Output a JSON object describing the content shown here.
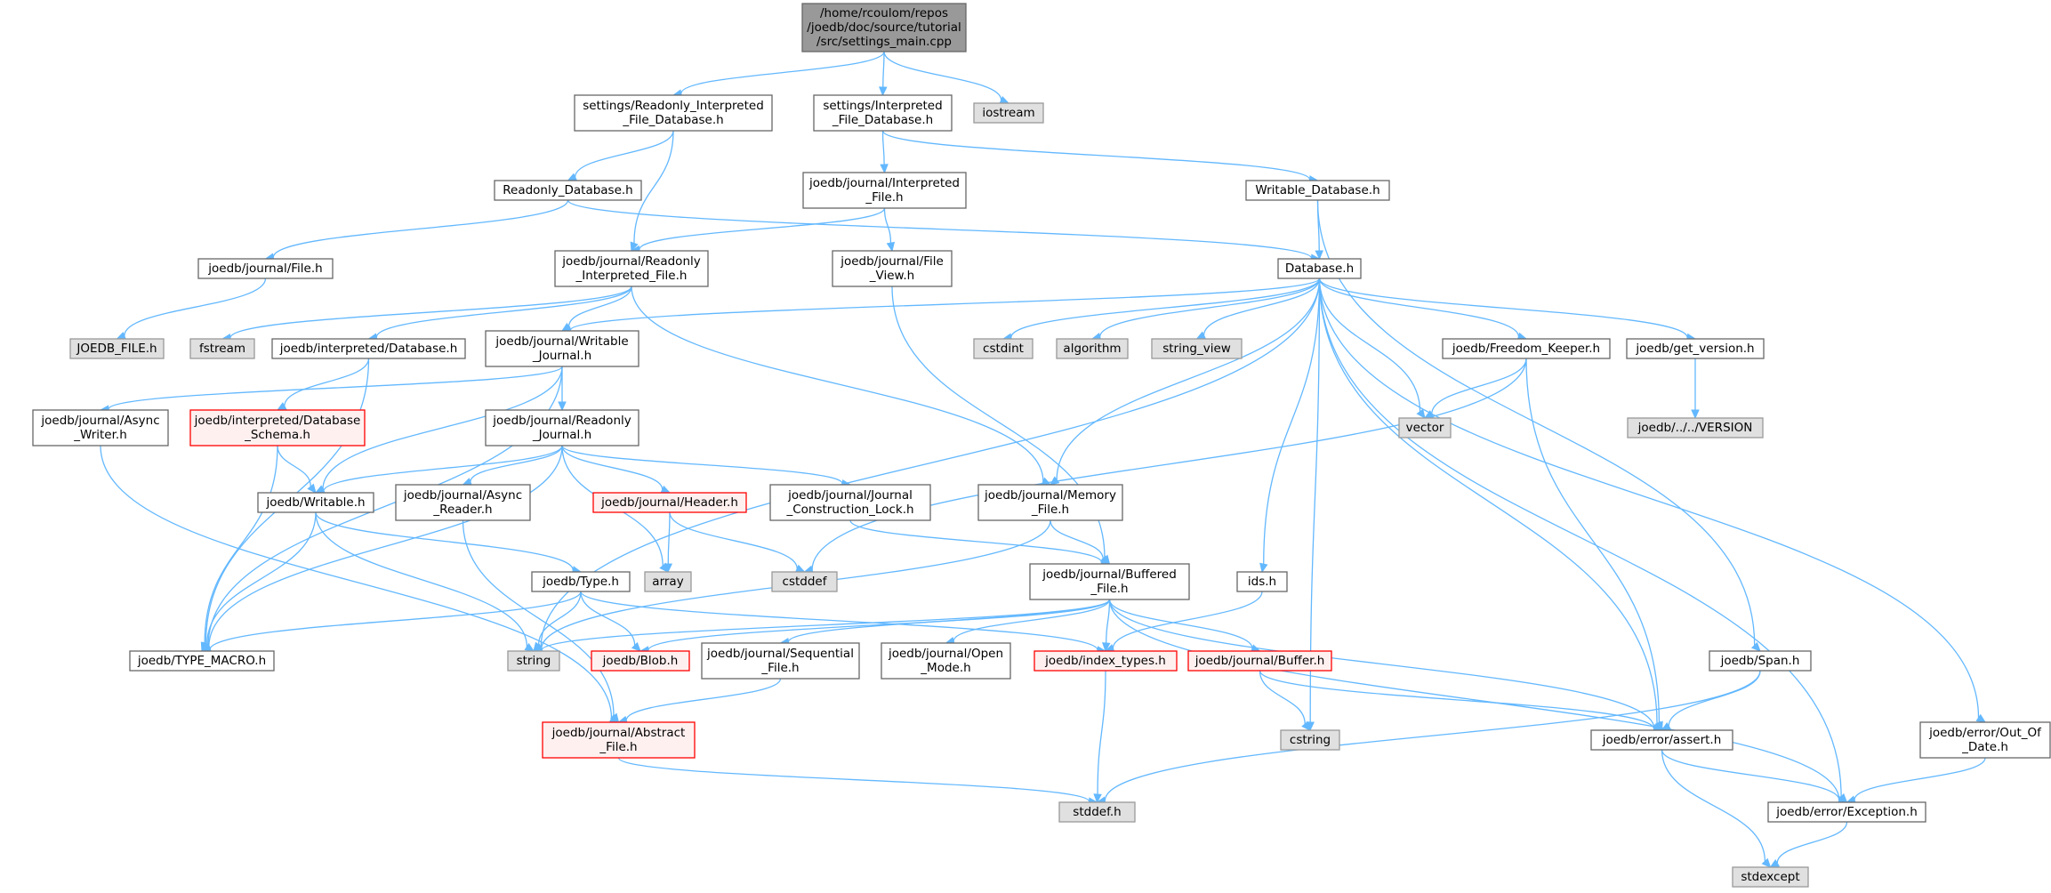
{
  "colors": {
    "root_fill": "#999999",
    "root_stroke": "#666666",
    "doc_fill": "#ffffff",
    "doc_stroke": "#666666",
    "sys_fill": "#e0e0e0",
    "sys_stroke": "#999999",
    "trunc_fill": "#fff0f0",
    "trunc_stroke": "#ff0000",
    "edge": "#63b8ff"
  },
  "nodes": [
    {
      "id": "settings_main",
      "lines": [
        "/home/rcoulom/repos",
        "/joedb/doc/source/tutorial",
        "/src/settings_main.cpp"
      ],
      "kind": "root"
    },
    {
      "id": "ro_interp_fdb",
      "lines": [
        "settings/Readonly_Interpreted",
        "_File_Database.h"
      ],
      "kind": "doc"
    },
    {
      "id": "interp_fdb",
      "lines": [
        "settings/Interpreted",
        "_File_Database.h"
      ],
      "kind": "doc"
    },
    {
      "id": "iostream",
      "lines": [
        "iostream"
      ],
      "kind": "sys"
    },
    {
      "id": "readonly_db",
      "lines": [
        "Readonly_Database.h"
      ],
      "kind": "doc"
    },
    {
      "id": "j_interp_file",
      "lines": [
        "joedb/journal/Interpreted",
        "_File.h"
      ],
      "kind": "doc"
    },
    {
      "id": "writable_db",
      "lines": [
        "Writable_Database.h"
      ],
      "kind": "doc"
    },
    {
      "id": "j_file",
      "lines": [
        "joedb/journal/File.h"
      ],
      "kind": "doc"
    },
    {
      "id": "j_ro_interp_file",
      "lines": [
        "joedb/journal/Readonly",
        "_Interpreted_File.h"
      ],
      "kind": "doc"
    },
    {
      "id": "j_file_view",
      "lines": [
        "joedb/journal/File",
        "_View.h"
      ],
      "kind": "doc"
    },
    {
      "id": "database",
      "lines": [
        "Database.h"
      ],
      "kind": "doc"
    },
    {
      "id": "joedb_file",
      "lines": [
        "JOEDB_FILE.h"
      ],
      "kind": "sys"
    },
    {
      "id": "fstream",
      "lines": [
        "fstream"
      ],
      "kind": "sys"
    },
    {
      "id": "interp_database",
      "lines": [
        "joedb/interpreted/Database.h"
      ],
      "kind": "doc"
    },
    {
      "id": "j_writable_journal",
      "lines": [
        "joedb/journal/Writable",
        "_Journal.h"
      ],
      "kind": "doc"
    },
    {
      "id": "cstdint",
      "lines": [
        "cstdint"
      ],
      "kind": "sys"
    },
    {
      "id": "algorithm",
      "lines": [
        "algorithm"
      ],
      "kind": "sys"
    },
    {
      "id": "string_view",
      "lines": [
        "string_view"
      ],
      "kind": "sys"
    },
    {
      "id": "freedom_keeper",
      "lines": [
        "joedb/Freedom_Keeper.h"
      ],
      "kind": "doc"
    },
    {
      "id": "get_version",
      "lines": [
        "joedb/get_version.h"
      ],
      "kind": "doc"
    },
    {
      "id": "j_async_writer",
      "lines": [
        "joedb/journal/Async",
        "_Writer.h"
      ],
      "kind": "doc"
    },
    {
      "id": "interp_db_schema",
      "lines": [
        "joedb/interpreted/Database",
        "_Schema.h"
      ],
      "kind": "trunc"
    },
    {
      "id": "j_readonly_journal",
      "lines": [
        "joedb/journal/Readonly",
        "_Journal.h"
      ],
      "kind": "doc"
    },
    {
      "id": "vector",
      "lines": [
        "vector"
      ],
      "kind": "sys"
    },
    {
      "id": "version",
      "lines": [
        "joedb/../../VERSION"
      ],
      "kind": "sys"
    },
    {
      "id": "writable",
      "lines": [
        "joedb/Writable.h"
      ],
      "kind": "doc"
    },
    {
      "id": "j_async_reader",
      "lines": [
        "joedb/journal/Async",
        "_Reader.h"
      ],
      "kind": "doc"
    },
    {
      "id": "j_header",
      "lines": [
        "joedb/journal/Header.h"
      ],
      "kind": "trunc"
    },
    {
      "id": "j_journal_constr_lock",
      "lines": [
        "joedb/journal/Journal",
        "_Construction_Lock.h"
      ],
      "kind": "doc"
    },
    {
      "id": "j_memory_file",
      "lines": [
        "joedb/journal/Memory",
        "_File.h"
      ],
      "kind": "doc"
    },
    {
      "id": "array",
      "lines": [
        "array"
      ],
      "kind": "sys"
    },
    {
      "id": "cstddef",
      "lines": [
        "cstddef"
      ],
      "kind": "sys"
    },
    {
      "id": "type_h",
      "lines": [
        "joedb/Type.h"
      ],
      "kind": "doc"
    },
    {
      "id": "j_buffered_file",
      "lines": [
        "joedb/journal/Buffered",
        "_File.h"
      ],
      "kind": "doc"
    },
    {
      "id": "ids",
      "lines": [
        "ids.h"
      ],
      "kind": "doc"
    },
    {
      "id": "type_macro",
      "lines": [
        "joedb/TYPE_MACRO.h"
      ],
      "kind": "doc"
    },
    {
      "id": "string",
      "lines": [
        "string"
      ],
      "kind": "sys"
    },
    {
      "id": "blob",
      "lines": [
        "joedb/Blob.h"
      ],
      "kind": "trunc"
    },
    {
      "id": "j_sequential_file",
      "lines": [
        "joedb/journal/Sequential",
        "_File.h"
      ],
      "kind": "doc"
    },
    {
      "id": "j_open_mode",
      "lines": [
        "joedb/journal/Open",
        "_Mode.h"
      ],
      "kind": "doc"
    },
    {
      "id": "index_types",
      "lines": [
        "joedb/index_types.h"
      ],
      "kind": "trunc"
    },
    {
      "id": "j_buffer",
      "lines": [
        "joedb/journal/Buffer.h"
      ],
      "kind": "trunc"
    },
    {
      "id": "span",
      "lines": [
        "joedb/Span.h"
      ],
      "kind": "doc"
    },
    {
      "id": "cstring",
      "lines": [
        "cstring"
      ],
      "kind": "sys"
    },
    {
      "id": "assert",
      "lines": [
        "joedb/error/assert.h"
      ],
      "kind": "doc"
    },
    {
      "id": "out_of_date",
      "lines": [
        "joedb/error/Out_Of",
        "_Date.h"
      ],
      "kind": "doc"
    },
    {
      "id": "j_abstract_file",
      "lines": [
        "joedb/journal/Abstract",
        "_File.h"
      ],
      "kind": "trunc"
    },
    {
      "id": "stddef",
      "lines": [
        "stddef.h"
      ],
      "kind": "sys"
    },
    {
      "id": "exception",
      "lines": [
        "joedb/error/Exception.h"
      ],
      "kind": "doc"
    },
    {
      "id": "stdexcept",
      "lines": [
        "stdexcept"
      ],
      "kind": "sys"
    }
  ],
  "edges": [
    [
      "settings_main",
      "ro_interp_fdb"
    ],
    [
      "settings_main",
      "interp_fdb"
    ],
    [
      "settings_main",
      "iostream"
    ],
    [
      "ro_interp_fdb",
      "readonly_db"
    ],
    [
      "ro_interp_fdb",
      "j_ro_interp_file"
    ],
    [
      "interp_fdb",
      "j_interp_file"
    ],
    [
      "interp_fdb",
      "writable_db"
    ],
    [
      "readonly_db",
      "j_file"
    ],
    [
      "readonly_db",
      "database"
    ],
    [
      "j_file",
      "joedb_file"
    ],
    [
      "j_interp_file",
      "j_ro_interp_file"
    ],
    [
      "j_interp_file",
      "j_file_view"
    ],
    [
      "writable_db",
      "database"
    ],
    [
      "writable_db",
      "span"
    ],
    [
      "j_ro_interp_file",
      "fstream"
    ],
    [
      "j_ro_interp_file",
      "interp_database"
    ],
    [
      "j_ro_interp_file",
      "j_writable_journal"
    ],
    [
      "j_ro_interp_file",
      "j_memory_file"
    ],
    [
      "j_file_view",
      "j_buffered_file"
    ],
    [
      "interp_database",
      "interp_db_schema"
    ],
    [
      "interp_database",
      "type_macro"
    ],
    [
      "database",
      "j_writable_journal"
    ],
    [
      "database",
      "cstdint"
    ],
    [
      "database",
      "algorithm"
    ],
    [
      "database",
      "string_view"
    ],
    [
      "database",
      "freedom_keeper"
    ],
    [
      "database",
      "get_version"
    ],
    [
      "database",
      "vector"
    ],
    [
      "database",
      "ids"
    ],
    [
      "database",
      "cstring"
    ],
    [
      "database",
      "string"
    ],
    [
      "database",
      "j_memory_file"
    ],
    [
      "database",
      "assert"
    ],
    [
      "database",
      "exception"
    ],
    [
      "database",
      "out_of_date"
    ],
    [
      "j_writable_journal",
      "j_async_writer"
    ],
    [
      "j_writable_journal",
      "j_readonly_journal"
    ],
    [
      "j_writable_journal",
      "writable"
    ],
    [
      "j_writable_journal",
      "type_macro"
    ],
    [
      "freedom_keeper",
      "vector"
    ],
    [
      "freedom_keeper",
      "cstddef"
    ],
    [
      "freedom_keeper",
      "assert"
    ],
    [
      "get_version",
      "version"
    ],
    [
      "j_async_writer",
      "j_abstract_file"
    ],
    [
      "interp_db_schema",
      "writable"
    ],
    [
      "interp_db_schema",
      "type_macro"
    ],
    [
      "j_readonly_journal",
      "writable"
    ],
    [
      "j_readonly_journal",
      "j_async_reader"
    ],
    [
      "j_readonly_journal",
      "j_header"
    ],
    [
      "j_readonly_journal",
      "j_journal_constr_lock"
    ],
    [
      "j_readonly_journal",
      "array"
    ],
    [
      "j_readonly_journal",
      "type_macro"
    ],
    [
      "writable",
      "type_h"
    ],
    [
      "writable",
      "type_macro"
    ],
    [
      "writable",
      "string"
    ],
    [
      "j_async_reader",
      "j_abstract_file"
    ],
    [
      "j_header",
      "array"
    ],
    [
      "j_header",
      "cstddef"
    ],
    [
      "j_journal_constr_lock",
      "j_buffered_file"
    ],
    [
      "j_memory_file",
      "j_buffered_file"
    ],
    [
      "j_memory_file",
      "string"
    ],
    [
      "type_h",
      "type_macro"
    ],
    [
      "type_h",
      "string"
    ],
    [
      "type_h",
      "blob"
    ],
    [
      "type_h",
      "index_types"
    ],
    [
      "j_buffered_file",
      "string"
    ],
    [
      "j_buffered_file",
      "blob"
    ],
    [
      "j_buffered_file",
      "j_sequential_file"
    ],
    [
      "j_buffered_file",
      "j_open_mode"
    ],
    [
      "j_buffered_file",
      "index_types"
    ],
    [
      "j_buffered_file",
      "j_buffer"
    ],
    [
      "j_buffered_file",
      "assert"
    ],
    [
      "j_buffered_file",
      "exception"
    ],
    [
      "ids",
      "index_types"
    ],
    [
      "j_sequential_file",
      "j_abstract_file"
    ],
    [
      "index_types",
      "stddef"
    ],
    [
      "j_buffer",
      "cstring"
    ],
    [
      "j_buffer",
      "assert"
    ],
    [
      "span",
      "assert"
    ],
    [
      "span",
      "stddef"
    ],
    [
      "assert",
      "exception"
    ],
    [
      "assert",
      "stdexcept"
    ],
    [
      "out_of_date",
      "exception"
    ],
    [
      "j_abstract_file",
      "stddef"
    ],
    [
      "exception",
      "stdexcept"
    ]
  ]
}
